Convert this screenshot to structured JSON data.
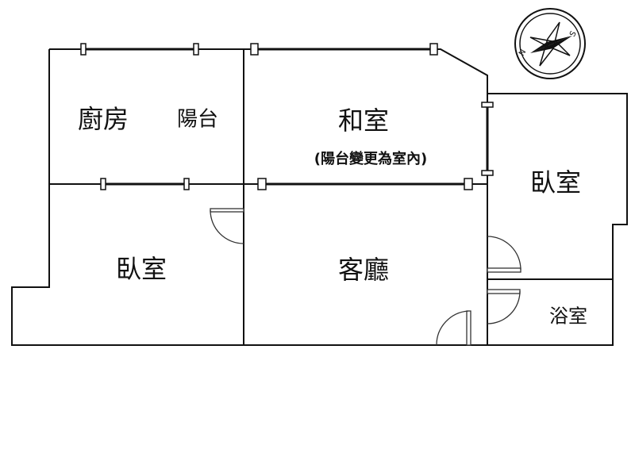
{
  "rooms": {
    "kitchen": "廚房",
    "balcony": "陽台",
    "japanese_room": "和室",
    "japanese_room_note": "(陽台變更為室內)",
    "bedroom_right": "臥室",
    "bedroom_left": "臥室",
    "living_room": "客廳",
    "bathroom": "浴室"
  },
  "compass": {
    "icon": "compass-rose-icon",
    "labels": [
      "N",
      "S"
    ]
  },
  "colors": {
    "wall": "#111111",
    "background": "#ffffff"
  }
}
